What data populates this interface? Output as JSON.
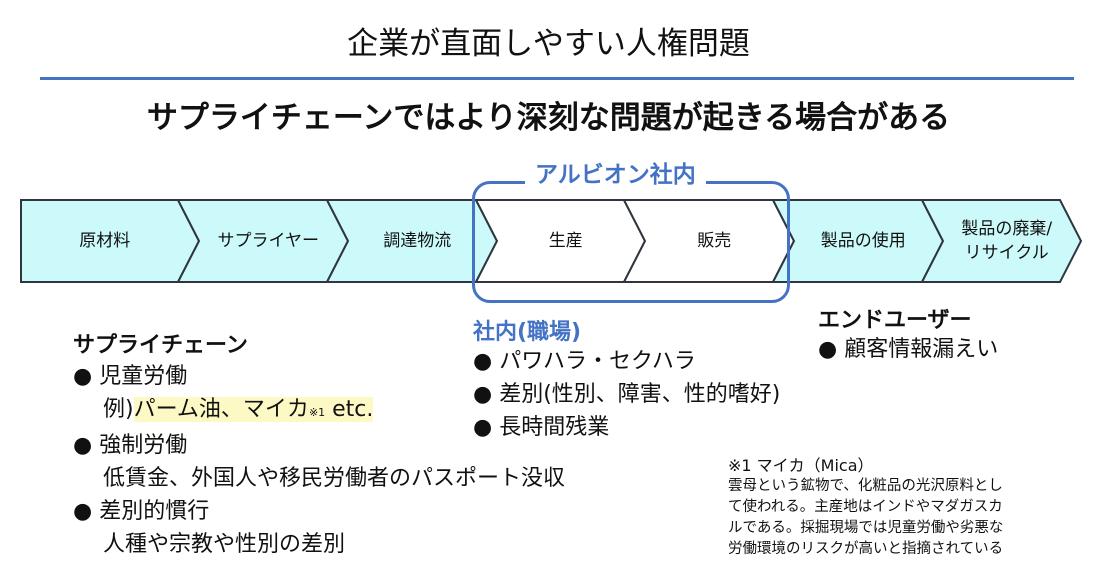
{
  "title": "企業が直面しやすい人権問題",
  "subtitle": "サプライチェーンではより深刻な問題が起きる場合がある",
  "chain": {
    "stages": [
      {
        "label": "原材料",
        "fill": "#ccfafa"
      },
      {
        "label": "サプライヤー",
        "fill": "#ccfafa"
      },
      {
        "label": "調達物流",
        "fill": "#ccfafa"
      },
      {
        "label": "生産",
        "fill": "#ffffff"
      },
      {
        "label": "販売",
        "fill": "#ffffff"
      },
      {
        "label": "製品の使用",
        "fill": "#ccfafa"
      },
      {
        "label": "製品の廃棄/\nリサイクル",
        "fill": "#ccfafa"
      }
    ],
    "inhouse_label": "アルビオン社内",
    "accent": "#4472c4"
  },
  "supply_chain": {
    "heading": "サプライチェーン",
    "items": [
      {
        "bullet": "●",
        "label": "児童労働",
        "detail_prefix": "例)",
        "detail_highlight": "パーム油、マイカ",
        "detail_note": "※1",
        "detail_suffix": " etc."
      },
      {
        "bullet": "●",
        "label": "強制労働",
        "detail": "低賃金、外国人や移民労働者のパスポート没収"
      },
      {
        "bullet": "●",
        "label": "差別的慣行",
        "detail": "人種や宗教や性別の差別"
      }
    ]
  },
  "inhouse": {
    "heading": "社内(職場)",
    "items": [
      "パワハラ・セクハラ",
      "差別(性別、障害、性的嗜好)",
      "長時間残業"
    ]
  },
  "end_user": {
    "heading": "エンドユーザー",
    "items": [
      "顧客情報漏えい"
    ]
  },
  "footnote": {
    "title": "※1 マイカ（Mica）",
    "lines": [
      "雲母という鉱物で、化粧品の光沢原料とし",
      "て使われる。主産地はインドやマダガスカ",
      "ルである。採掘現場では児童労働や劣悪な",
      "労働環境のリスクが高いと指摘されている"
    ]
  }
}
